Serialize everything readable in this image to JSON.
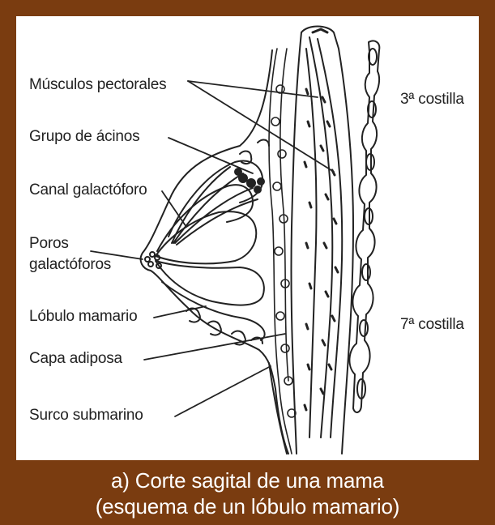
{
  "labels": {
    "musculos": "Músculos pectorales",
    "acinos": "Grupo de ácinos",
    "canal": "Canal galactóforo",
    "poros_1": "Poros",
    "poros_2": "galactóforos",
    "lobulo": "Lóbulo mamario",
    "capa": "Capa adiposa",
    "surco": "Surco submarino",
    "costilla3": "3ª costilla",
    "costilla7": "7ª costilla"
  },
  "caption": {
    "line1": "a) Corte sagital de una mama",
    "line2": "(esquema de un lóbulo mamario)"
  },
  "colors": {
    "frame": "#7a3c10",
    "panel": "#ffffff",
    "ink": "#222222"
  }
}
